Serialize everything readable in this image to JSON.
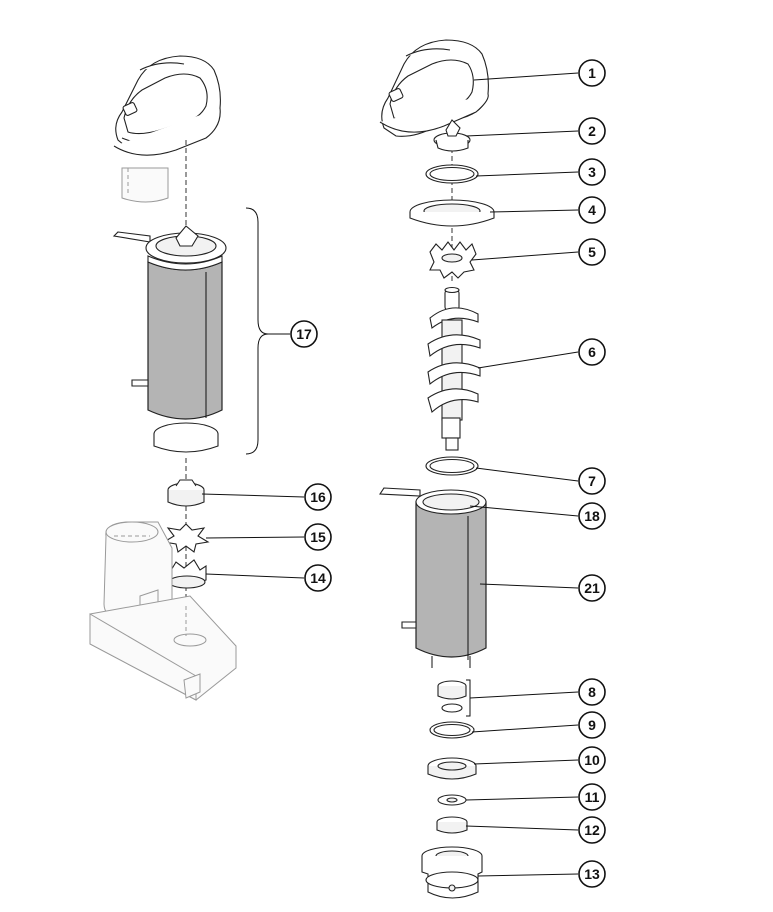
{
  "callouts": [
    {
      "id": "c1",
      "label": "1"
    },
    {
      "id": "c2",
      "label": "2"
    },
    {
      "id": "c3",
      "label": "3"
    },
    {
      "id": "c4",
      "label": "4"
    },
    {
      "id": "c5",
      "label": "5"
    },
    {
      "id": "c6",
      "label": "6"
    },
    {
      "id": "c7",
      "label": "7"
    },
    {
      "id": "c18",
      "label": "18"
    },
    {
      "id": "c21",
      "label": "21"
    },
    {
      "id": "c8",
      "label": "8"
    },
    {
      "id": "c9",
      "label": "9"
    },
    {
      "id": "c10",
      "label": "10"
    },
    {
      "id": "c11",
      "label": "11"
    },
    {
      "id": "c12",
      "label": "12"
    },
    {
      "id": "c13",
      "label": "13"
    },
    {
      "id": "c17",
      "label": "17"
    },
    {
      "id": "c16",
      "label": "16"
    },
    {
      "id": "c15",
      "label": "15"
    },
    {
      "id": "c14",
      "label": "14"
    }
  ]
}
